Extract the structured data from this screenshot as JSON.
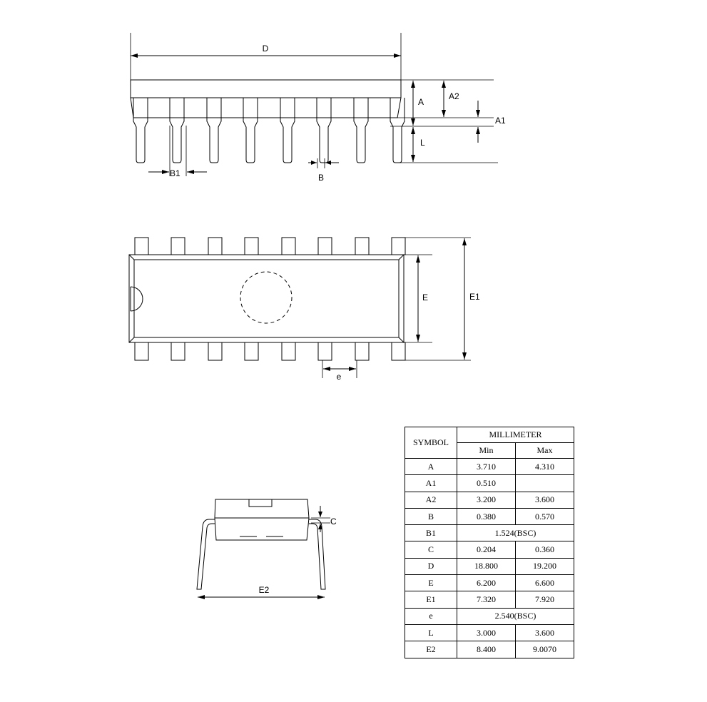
{
  "views": {
    "side": {
      "labels": {
        "D": "D",
        "A": "A",
        "A2": "A2",
        "A1": "A1",
        "L": "L",
        "B1": "B1",
        "B": "B"
      }
    },
    "top": {
      "labels": {
        "E": "E",
        "E1": "E1",
        "e": "e"
      }
    },
    "end": {
      "labels": {
        "C": "C",
        "E2": "E2"
      }
    }
  },
  "table": {
    "symbol_header": "SYMBOL",
    "unit_header": "MILLIMETER",
    "min_header": "Min",
    "max_header": "Max",
    "rows": [
      {
        "symbol": "A",
        "min": "3.710",
        "max": "4.310"
      },
      {
        "symbol": "A1",
        "min": "0.510",
        "max": ""
      },
      {
        "symbol": "A2",
        "min": "3.200",
        "max": "3.600"
      },
      {
        "symbol": "B",
        "min": "0.380",
        "max": "0.570"
      },
      {
        "symbol": "B1",
        "span": "1.524(BSC)"
      },
      {
        "symbol": "C",
        "min": "0.204",
        "max": "0.360"
      },
      {
        "symbol": "D",
        "min": "18.800",
        "max": "19.200"
      },
      {
        "symbol": "E",
        "min": "6.200",
        "max": "6.600"
      },
      {
        "symbol": "E1",
        "min": "7.320",
        "max": "7.920"
      },
      {
        "symbol": "e",
        "span": "2.540(BSC)"
      },
      {
        "symbol": "L",
        "min": "3.000",
        "max": "3.600"
      },
      {
        "symbol": "E2",
        "min": "8.400",
        "max": "9.0070"
      }
    ]
  }
}
